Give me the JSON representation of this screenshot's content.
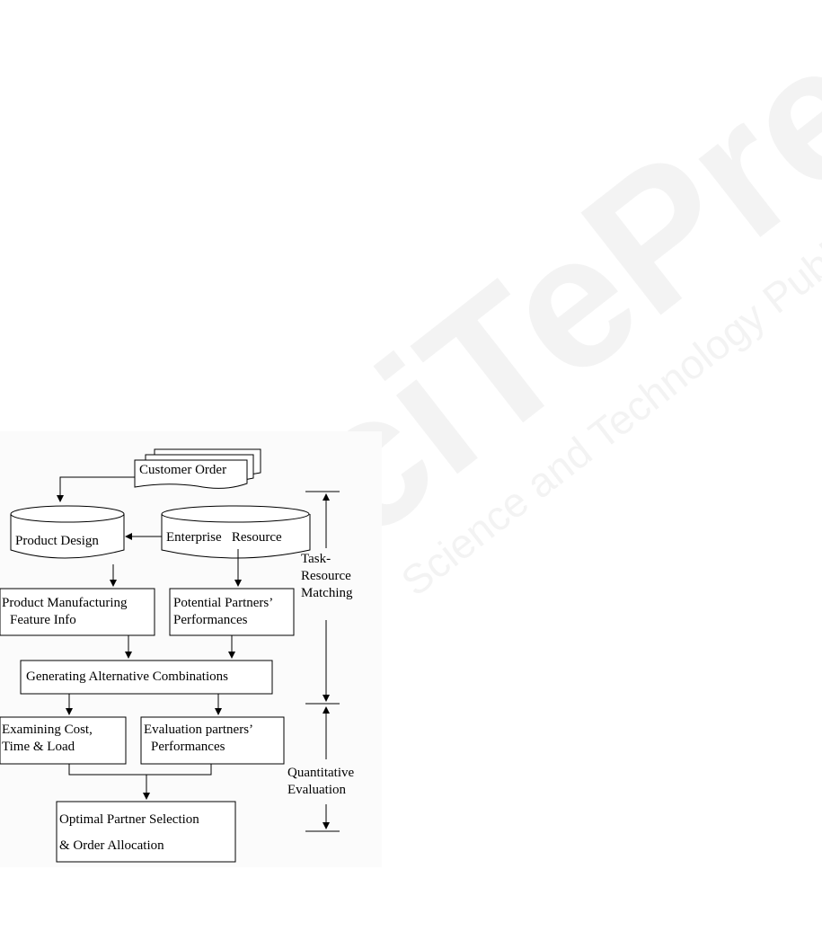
{
  "watermark": {
    "brand": "SciTePress",
    "tagline": "Science and Technology Publications"
  },
  "diagram": {
    "customer_order": "Customer Order",
    "product_design": "Product Design",
    "enterprise_resource": "Enterprise   Resource",
    "product_feature": [
      "Product Manufacturing",
      "Feature Info"
    ],
    "potential_partners": [
      "Potential Partners’",
      "Performances"
    ],
    "generating_combinations": "Generating Alternative Combinations",
    "examining_cost": [
      "Examining Cost,",
      "Time & Load"
    ],
    "evaluation_partners": [
      "Evaluation partners’",
      "Performances"
    ],
    "optimal_selection": [
      "Optimal Partner Selection",
      "& Order Allocation"
    ],
    "task_resource_matching": [
      "Task-",
      "Resource",
      "Matching"
    ],
    "quantitative_evaluation": [
      "Quantitative",
      "Evaluation"
    ]
  }
}
